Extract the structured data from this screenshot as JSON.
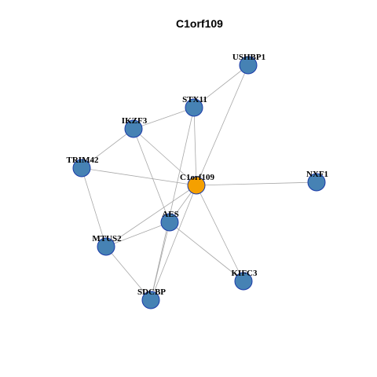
{
  "title": "C1orf109",
  "colors": {
    "hub": "#f5a000",
    "node": "#4682b4",
    "node_border": "#1a3aa8",
    "edge": "#a8a8a8"
  },
  "nodes": [
    {
      "id": "C1orf109",
      "label": "C1orf109",
      "hub": true
    },
    {
      "id": "USHBP1",
      "label": "USHBP1",
      "hub": false
    },
    {
      "id": "STX11",
      "label": "STX11",
      "hub": false
    },
    {
      "id": "IKZF3",
      "label": "IKZF3",
      "hub": false
    },
    {
      "id": "TRIM42",
      "label": "TRIM42",
      "hub": false
    },
    {
      "id": "NXF1",
      "label": "NXF1",
      "hub": false
    },
    {
      "id": "AES",
      "label": "AES",
      "hub": false
    },
    {
      "id": "MTUS2",
      "label": "MTUS2",
      "hub": false
    },
    {
      "id": "KIFC3",
      "label": "KIFC3",
      "hub": false
    },
    {
      "id": "SDCBP",
      "label": "SDCBP",
      "hub": false
    }
  ],
  "edges": [
    [
      "C1orf109",
      "USHBP1"
    ],
    [
      "C1orf109",
      "STX11"
    ],
    [
      "C1orf109",
      "IKZF3"
    ],
    [
      "C1orf109",
      "TRIM42"
    ],
    [
      "C1orf109",
      "NXF1"
    ],
    [
      "C1orf109",
      "AES"
    ],
    [
      "C1orf109",
      "MTUS2"
    ],
    [
      "C1orf109",
      "KIFC3"
    ],
    [
      "C1orf109",
      "SDCBP"
    ],
    [
      "USHBP1",
      "STX11"
    ],
    [
      "STX11",
      "IKZF3"
    ],
    [
      "STX11",
      "SDCBP"
    ],
    [
      "IKZF3",
      "TRIM42"
    ],
    [
      "IKZF3",
      "AES"
    ],
    [
      "TRIM42",
      "MTUS2"
    ],
    [
      "AES",
      "MTUS2"
    ],
    [
      "AES",
      "KIFC3"
    ],
    [
      "AES",
      "SDCBP"
    ],
    [
      "MTUS2",
      "SDCBP"
    ]
  ]
}
